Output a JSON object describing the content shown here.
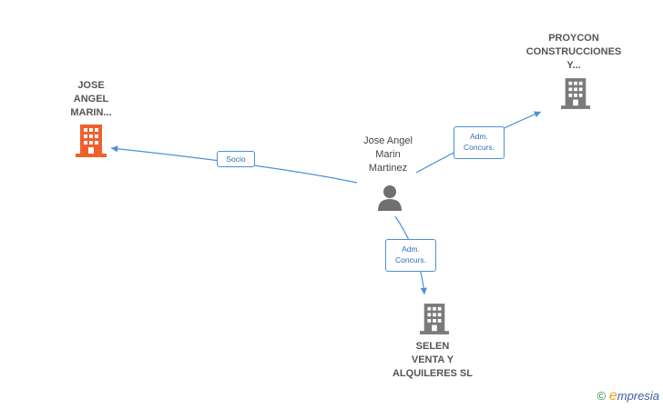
{
  "nodes": {
    "jose_company": {
      "label": "JOSE\nANGEL\nMARIN...",
      "type": "company",
      "color": "#f0602c"
    },
    "proycon": {
      "label": "PROYCON\nCONSTRUCCIONES\nY...",
      "type": "company",
      "color": "#7a7a7a"
    },
    "person": {
      "label": "Jose Angel\nMarin\nMartinez",
      "type": "person",
      "color": "#6f6f6f"
    },
    "selen": {
      "label": "SELEN\nVENTA Y\nALQUILERES SL",
      "type": "company",
      "color": "#7a7a7a"
    }
  },
  "edges": {
    "socio": {
      "label": "Socio"
    },
    "adm_proycon": {
      "label": "Adm.\nConcurs."
    },
    "adm_selen": {
      "label": "Adm.\nConcurs."
    }
  },
  "colors": {
    "edge": "#4a90d9",
    "edge_text": "#2f6fb5"
  },
  "footer": {
    "copyright": "©",
    "brand_e": "e",
    "brand": "mpresia"
  }
}
